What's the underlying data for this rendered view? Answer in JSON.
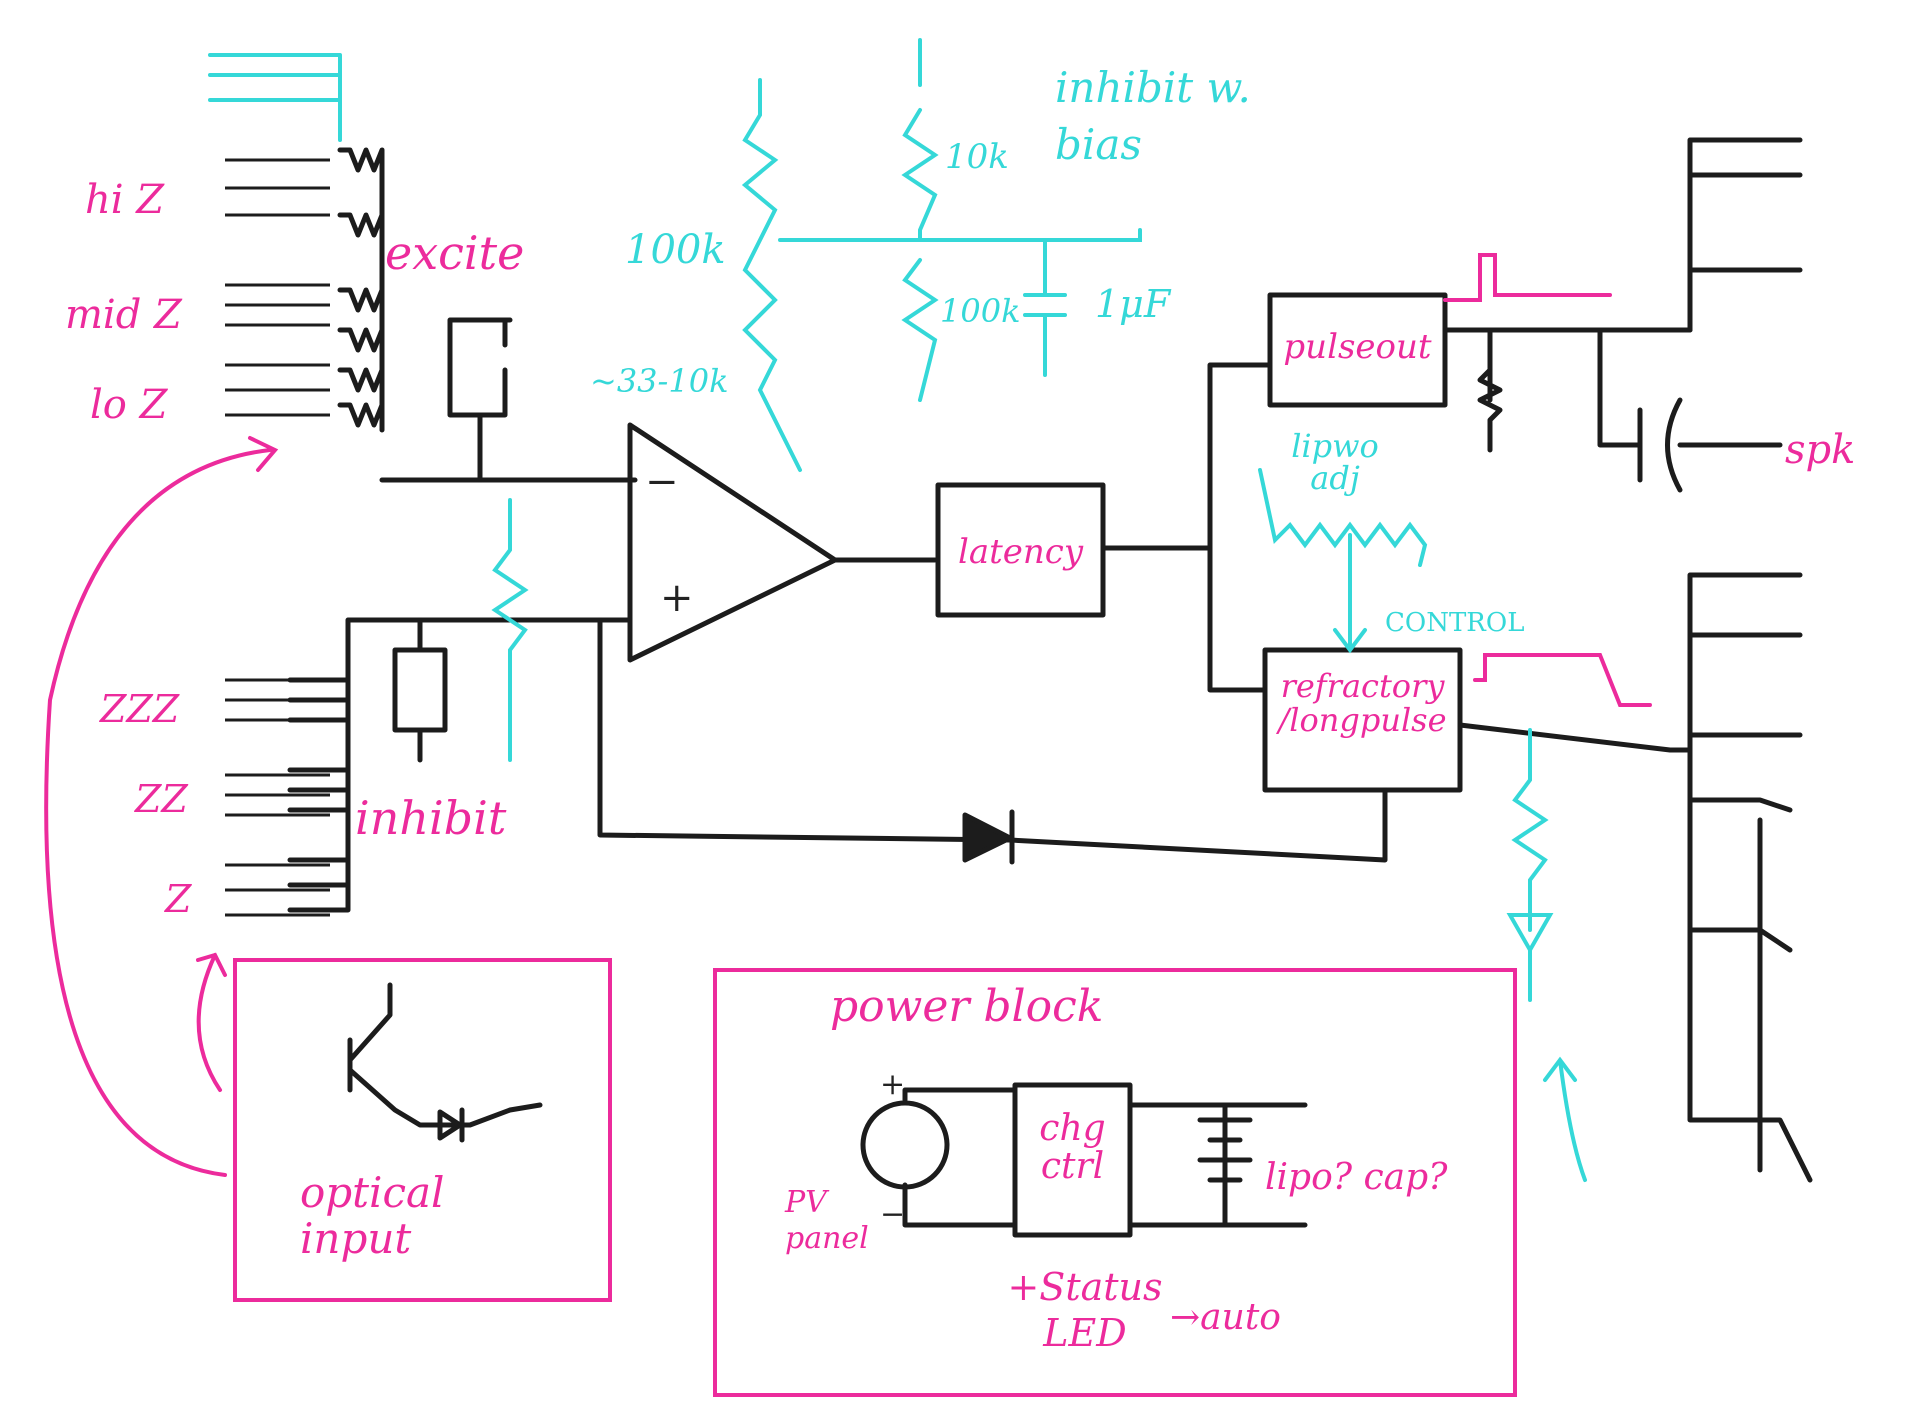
{
  "palette": {
    "ink": "#1c1c1c",
    "magenta": "#ec2b9c",
    "cyan": "#35d8d8",
    "board": "#ffffff"
  },
  "inputs": {
    "excite_group": "excite",
    "inhibit_group": "inhibit",
    "hi_z": "hi Z",
    "mid_z": "mid Z",
    "lo_z": "lo Z",
    "zzz": "ZZZ",
    "zz": "ZZ",
    "z": "Z"
  },
  "neuron": {
    "pot_value": "100k",
    "r_top": "10k",
    "r_bottom": "100k",
    "cap": "1μF",
    "inhibit_bias": "inhibit w. bias",
    "feedback_range": "~33-10k",
    "opamp_minus": "−",
    "opamp_plus": "+",
    "latency_block": "latency",
    "pulseout_block": "pulseout",
    "refractory_block": "refractory /longpulse",
    "lipwo_adj": "lipwo adj",
    "control_label": "CONTROL",
    "speaker": "spk"
  },
  "optical_input": {
    "title": "optical input"
  },
  "power_block": {
    "title": "power block",
    "pv_panel": "PV panel",
    "charge_ctrl": "chg ctrl",
    "storage": "lipo? cap?",
    "status_note": "+Status LED",
    "auto_note": "→auto",
    "pv_plus": "+",
    "pv_minus": "−"
  }
}
